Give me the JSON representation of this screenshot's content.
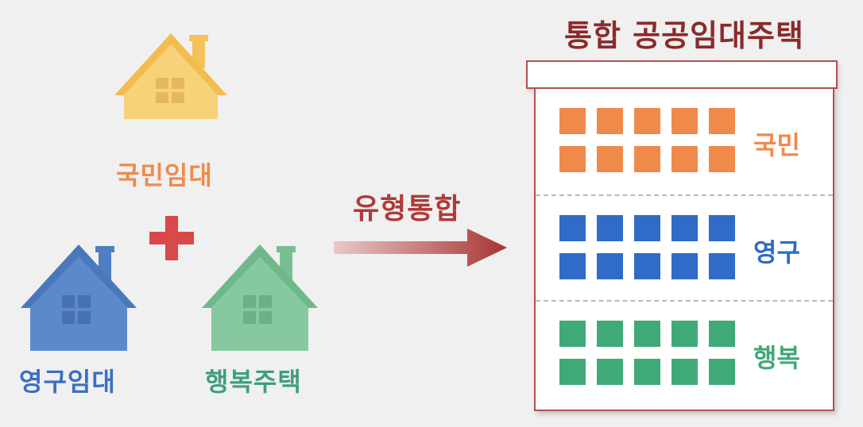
{
  "left": {
    "houses": [
      {
        "label": "국민임대",
        "color": "#f8d278",
        "label_color": "#ef8a4c"
      },
      {
        "label": "영구임대",
        "color": "#5a89cc",
        "label_color": "#3a6fc4"
      },
      {
        "label": "행복주택",
        "color": "#86c9a0",
        "label_color": "#3f9f7d"
      }
    ],
    "plus_color": "#d9484a"
  },
  "arrow": {
    "label": "유형통합",
    "color": "#b03a3a"
  },
  "building": {
    "title": "통합 공공임대주택",
    "floors": [
      {
        "label": "국민",
        "color": "#f08a4b"
      },
      {
        "label": "영구",
        "color": "#2e6cc7"
      },
      {
        "label": "행복",
        "color": "#3faa78"
      }
    ]
  }
}
